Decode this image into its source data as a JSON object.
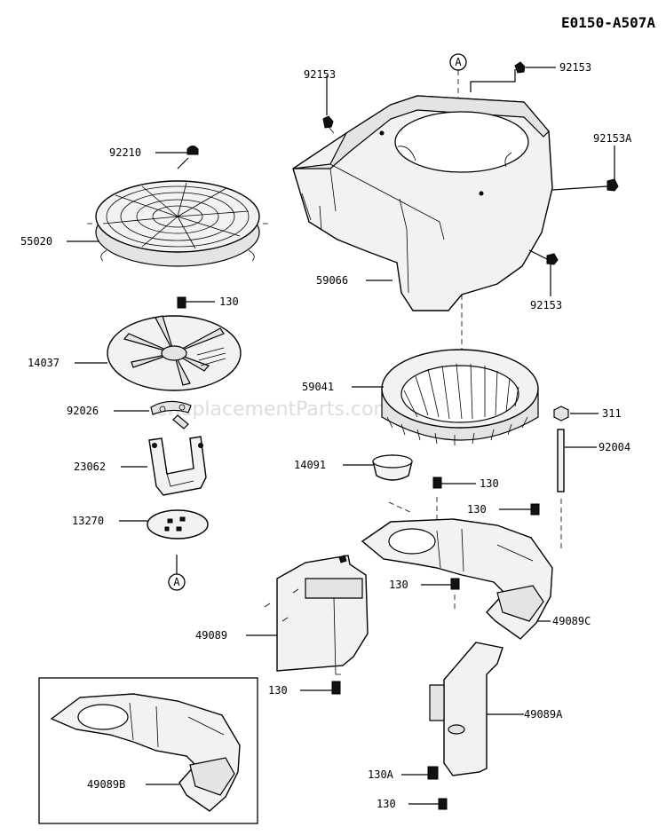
{
  "diagram_ref": "E0150-A507A",
  "watermark": "eReplacementParts.com",
  "ref_marker": "A",
  "parts": {
    "p92210": "92210",
    "p55020": "55020",
    "p130_top": "130",
    "p14037": "14037",
    "p92026": "92026",
    "p23062": "23062",
    "p13270": "13270",
    "p92153_left": "92153",
    "p92153_right": "92153",
    "p92153A": "92153A",
    "p59066": "59066",
    "p92153_bottom": "92153",
    "p59041": "59041",
    "p311": "311",
    "p92004": "92004",
    "p14091": "14091",
    "p130_mid": "130",
    "p130_right": "130",
    "p130_lower": "130",
    "p49089": "49089",
    "p49089C": "49089C",
    "p130_bottom_left": "130",
    "p49089A": "49089A",
    "p49089B": "49089B",
    "p130A": "130A",
    "p130_bottom": "130"
  }
}
